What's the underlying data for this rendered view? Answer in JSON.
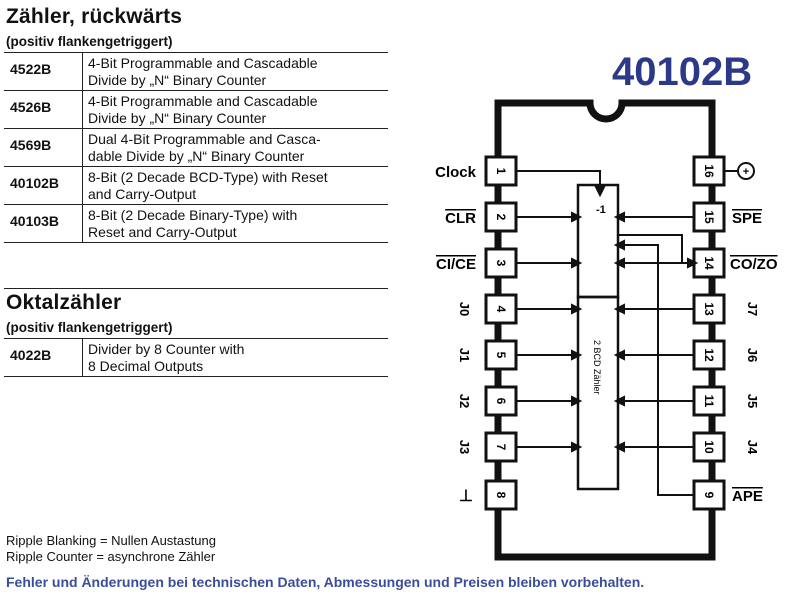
{
  "sections": [
    {
      "title": "Zähler, rückwärts",
      "subtitle": "(positiv flankengetriggert)",
      "rows": [
        {
          "code": "4522B",
          "desc1": "4-Bit Programmable and Cascadable",
          "desc2": "Divide by „N“ Binary Counter"
        },
        {
          "code": "4526B",
          "desc1": "4-Bit Programmable and Cascadable",
          "desc2": "Divide by „N“ Binary Counter"
        },
        {
          "code": "4569B",
          "desc1": "Dual 4-Bit Programmable and Casca-",
          "desc2": "dable Divide by „N“ Binary Counter"
        },
        {
          "code": "40102B",
          "desc1": "8-Bit (2 Decade BCD-Type) with Reset",
          "desc2": "and Carry-Output"
        },
        {
          "code": "40103B",
          "desc1": "8-Bit (2 Decade Binary-Type) with",
          "desc2": "Reset and Carry-Output"
        }
      ]
    },
    {
      "title": "Oktalzähler",
      "subtitle": "(positiv flankengetriggert)",
      "rows": [
        {
          "code": "4022B",
          "desc1": "Divider by 8 Counter with",
          "desc2": "8 Decimal Outputs"
        }
      ]
    }
  ],
  "notes": [
    "Ripple Blanking = Nullen Austastung",
    "Ripple Counter = asynchrone Zähler"
  ],
  "chip": {
    "title": "40102B",
    "inner_label": "2 BCD Zähler",
    "left_pins": [
      {
        "num": "1",
        "label": "Clock"
      },
      {
        "num": "2",
        "label": "CLR"
      },
      {
        "num": "3",
        "label": "CI/CE"
      },
      {
        "num": "4",
        "label": "J0"
      },
      {
        "num": "5",
        "label": "J1"
      },
      {
        "num": "6",
        "label": "J2"
      },
      {
        "num": "7",
        "label": "J3"
      },
      {
        "num": "8",
        "label": "⊥"
      }
    ],
    "right_pins": [
      {
        "num": "16",
        "label": "+"
      },
      {
        "num": "15",
        "label": "SPE"
      },
      {
        "num": "14",
        "label": "CO/ZO"
      },
      {
        "num": "13",
        "label": "J7"
      },
      {
        "num": "12",
        "label": "J6"
      },
      {
        "num": "11",
        "label": "J5"
      },
      {
        "num": "10",
        "label": "J4"
      },
      {
        "num": "9",
        "label": "APE"
      }
    ]
  },
  "footer": "Fehler und Änderungen bei technischen Daten, Abmessungen und Preisen bleiben vorbehalten."
}
